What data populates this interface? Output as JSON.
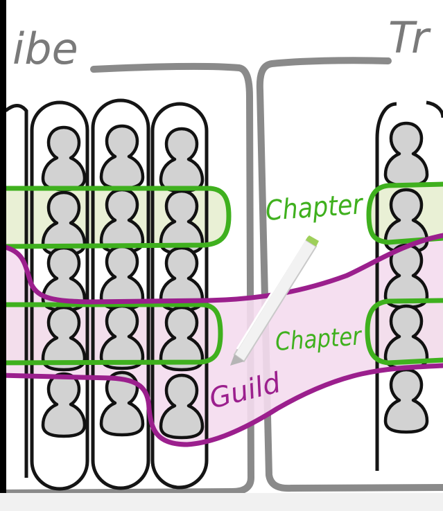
{
  "tribes": [
    {
      "label": "ibe"
    },
    {
      "label": "Tr"
    }
  ],
  "labels": {
    "chapter_top": "Chapter",
    "chapter_bottom": "Chapter",
    "guild": "Guild"
  },
  "colors": {
    "chapter": "#3fb01e",
    "chapter_fill": "#e9f0d5",
    "guild": "#9b1f8d",
    "guild_fill": "#f4dbee",
    "tribe_border": "#8a8a8a",
    "person_fill": "#d2d2d2",
    "person_stroke": "#111111",
    "left_edge": "#000000"
  },
  "icons": {
    "person": "person-icon",
    "pen": "pen-icon"
  }
}
